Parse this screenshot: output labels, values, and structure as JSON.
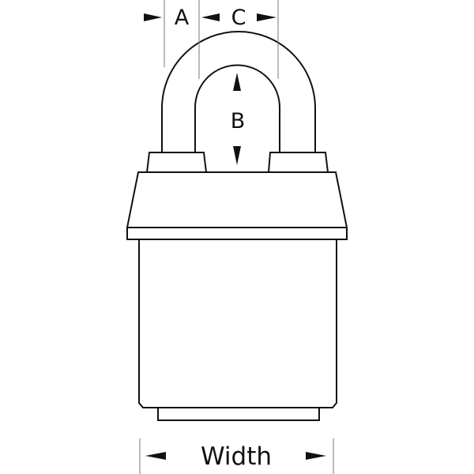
{
  "diagram": {
    "subject": "padlock",
    "dimension_labels": {
      "a": "A",
      "b": "B",
      "c": "C",
      "width": "Width"
    },
    "colors": {
      "line": "#111111",
      "dimension_line": "#777777",
      "background": "#ffffff"
    }
  }
}
